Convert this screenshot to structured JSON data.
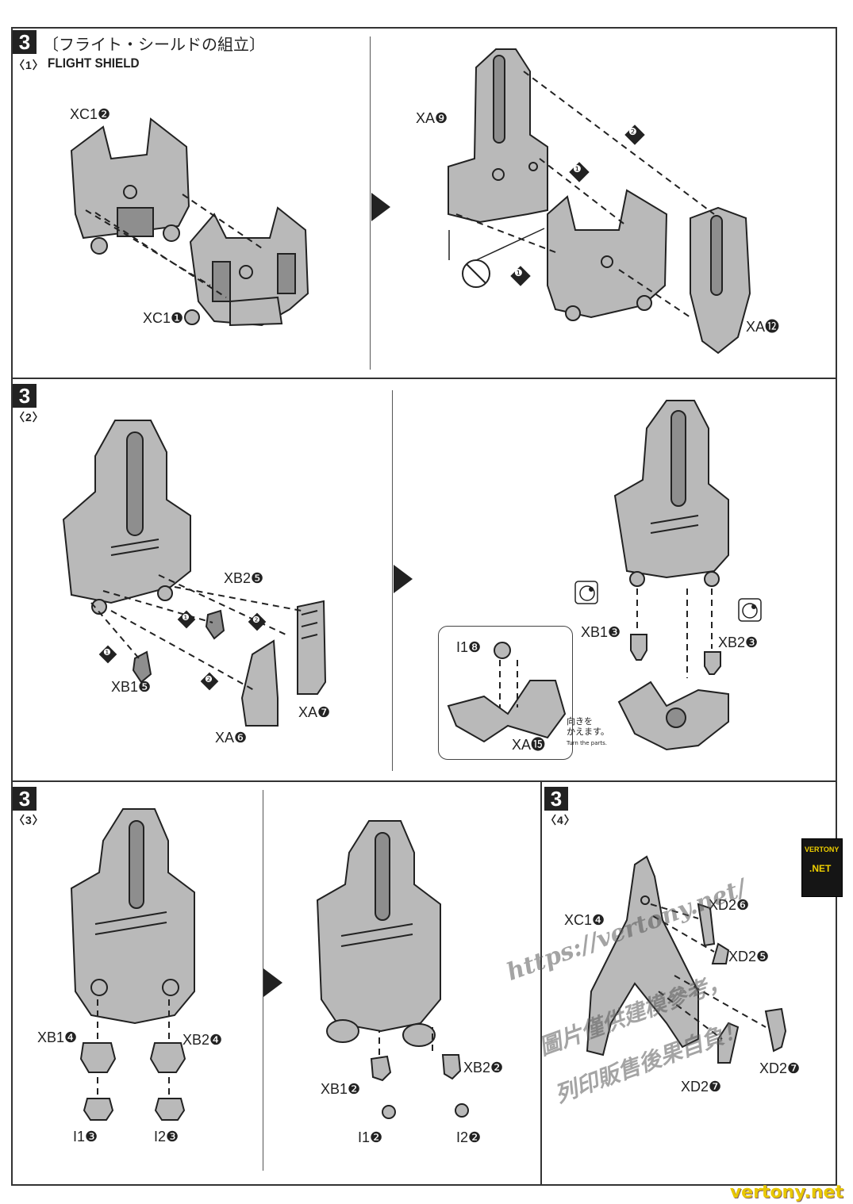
{
  "step": "3",
  "title_jp": "〔フライト・シールドの組立〕",
  "title_en": "FLIGHT SHIELD",
  "sub_steps": [
    "〈1〉",
    "〈2〉",
    "〈3〉",
    "〈4〉"
  ],
  "panel1": {
    "left_labels": [
      "XC1❷",
      "XC1❶"
    ],
    "right_labels": [
      "XA❾",
      "XA⓬"
    ],
    "order_markers": [
      "❶",
      "❶",
      "❷"
    ]
  },
  "panel2": {
    "left_labels": [
      "XB2❺",
      "XB1❺",
      "XA❼",
      "XA❻"
    ],
    "right_labels": [
      "XB1❸",
      "XB2❸"
    ],
    "inset_labels": [
      "I1❽",
      "XA⓯"
    ],
    "order_markers": [
      "❶",
      "❶",
      "❷",
      "❷"
    ],
    "note_jp_line1": "向きを",
    "note_jp_line2": "かえます。",
    "note_en": "Turn the parts."
  },
  "panel3": {
    "left_labels": [
      "XB1❹",
      "XB2❹",
      "I1❸",
      "I2❸"
    ],
    "right_labels": [
      "XB1❷",
      "XB2❷",
      "I1❷",
      "I2❷"
    ]
  },
  "panel4": {
    "labels": [
      "XC1❹",
      "XD2❻",
      "XD2❺",
      "XD2❼",
      "XD2❼"
    ]
  },
  "watermark": {
    "line1": "https://vertony.net/",
    "line2": "圖片僅供建模參考，",
    "line3": "列印販售後果自負！"
  },
  "logo": {
    "top": "VERTONY",
    "bottom": ".NET"
  },
  "footer_site": "vertony.net"
}
